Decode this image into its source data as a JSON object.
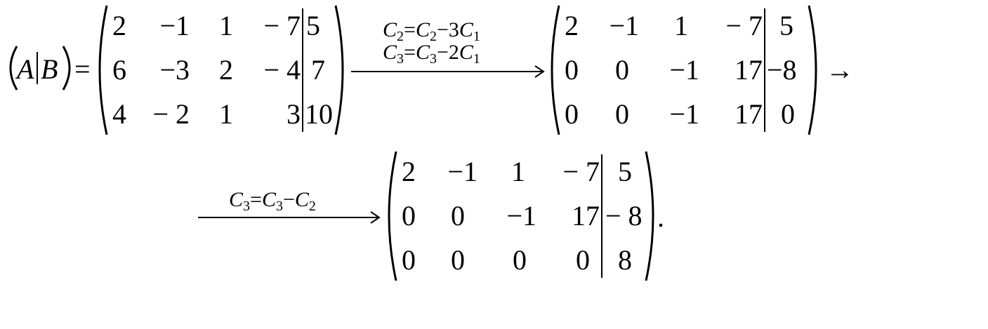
{
  "lhs": {
    "A": "A",
    "B": "B",
    "equals": "="
  },
  "matrices": [
    {
      "rows": [
        [
          "2",
          "−1",
          "1",
          "− 7",
          "5"
        ],
        [
          "6",
          "−3",
          "2",
          "− 4",
          "7"
        ],
        [
          "4",
          "− 2",
          "1",
          "3",
          "10"
        ]
      ]
    },
    {
      "rows": [
        [
          "2",
          "−1",
          "1",
          "− 7",
          "5"
        ],
        [
          "0",
          "0",
          "−1",
          "17",
          "−8"
        ],
        [
          "0",
          "0",
          "−1",
          "17",
          "0"
        ]
      ]
    },
    {
      "rows": [
        [
          "2",
          "−1",
          "1",
          "− 7",
          "5"
        ],
        [
          "0",
          "0",
          "−1",
          "17",
          "− 8"
        ],
        [
          "0",
          "0",
          "0",
          "0",
          "8"
        ]
      ]
    }
  ],
  "ops": {
    "step1": [
      {
        "lhs": "C",
        "lhs_sub": "2",
        "eq": "=",
        "r1": "C",
        "r1_sub": "2",
        "minus": "−",
        "coef": "3",
        "r2": "C",
        "r2_sub": "1"
      },
      {
        "lhs": "C",
        "lhs_sub": "3",
        "eq": "=",
        "r1": "C",
        "r1_sub": "3",
        "minus": "−",
        "coef": "2",
        "r2": "C",
        "r2_sub": "1"
      }
    ],
    "step2": [
      {
        "lhs": "C",
        "lhs_sub": "3",
        "eq": "=",
        "r1": "C",
        "r1_sub": "3",
        "minus": "−",
        "coef": "",
        "r2": "C",
        "r2_sub": "2"
      }
    ]
  },
  "trailing_arrow": "→",
  "final_period": "."
}
